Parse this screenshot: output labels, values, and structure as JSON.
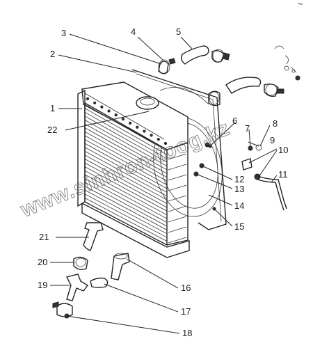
{
  "callouts": [
    "1",
    "2",
    "3",
    "4",
    "5",
    "6",
    "7",
    "8",
    "9",
    "10",
    "11",
    "12",
    "13",
    "14",
    "15",
    "16",
    "17",
    "18",
    "19",
    "20",
    "21",
    "22"
  ],
  "corner_mark": "~",
  "watermark": "www.sinhron-toog.kz"
}
